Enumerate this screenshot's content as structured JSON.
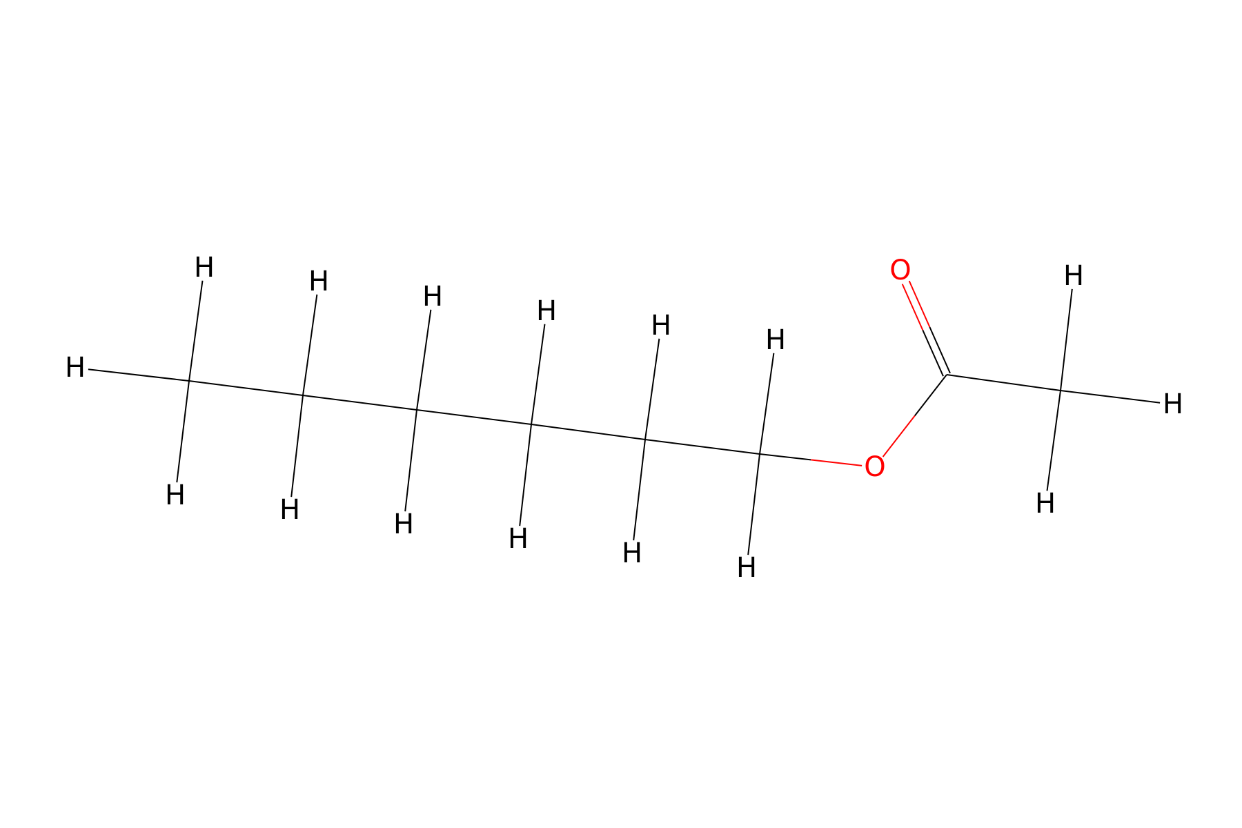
{
  "molecule": {
    "colors": {
      "C": "#000000",
      "H": "#000000",
      "O": "#FF0000"
    },
    "atoms": [
      {
        "id": "c1",
        "element": "C",
        "label": ""
      },
      {
        "id": "c2",
        "element": "C",
        "label": ""
      },
      {
        "id": "c3",
        "element": "C",
        "label": ""
      },
      {
        "id": "c4",
        "element": "C",
        "label": ""
      },
      {
        "id": "c5",
        "element": "C",
        "label": ""
      },
      {
        "id": "c6",
        "element": "C",
        "label": ""
      },
      {
        "id": "o-ester",
        "element": "O",
        "label": "O"
      },
      {
        "id": "c-carbonyl",
        "element": "C",
        "label": ""
      },
      {
        "id": "o-carbonyl",
        "element": "O",
        "label": "O"
      },
      {
        "id": "c-methyl",
        "element": "C",
        "label": ""
      },
      {
        "id": "h-c1-left",
        "element": "H",
        "label": "H"
      },
      {
        "id": "h-c1-up",
        "element": "H",
        "label": "H"
      },
      {
        "id": "h-c1-down",
        "element": "H",
        "label": "H"
      },
      {
        "id": "h-c2-up",
        "element": "H",
        "label": "H"
      },
      {
        "id": "h-c2-down",
        "element": "H",
        "label": "H"
      },
      {
        "id": "h-c3-up",
        "element": "H",
        "label": "H"
      },
      {
        "id": "h-c3-down",
        "element": "H",
        "label": "H"
      },
      {
        "id": "h-c4-up",
        "element": "H",
        "label": "H"
      },
      {
        "id": "h-c4-down",
        "element": "H",
        "label": "H"
      },
      {
        "id": "h-c5-up",
        "element": "H",
        "label": "H"
      },
      {
        "id": "h-c5-down",
        "element": "H",
        "label": "H"
      },
      {
        "id": "h-c6-up",
        "element": "H",
        "label": "H"
      },
      {
        "id": "h-c6-down",
        "element": "H",
        "label": "H"
      },
      {
        "id": "h-methyl-up",
        "element": "H",
        "label": "H"
      },
      {
        "id": "h-methyl-right",
        "element": "H",
        "label": "H"
      },
      {
        "id": "h-methyl-down",
        "element": "H",
        "label": "H"
      }
    ],
    "bonds": [
      {
        "from": "h-c1-left",
        "to": "c1",
        "order": 1
      },
      {
        "from": "c1",
        "to": "h-c1-up",
        "order": 1
      },
      {
        "from": "c1",
        "to": "h-c1-down",
        "order": 1
      },
      {
        "from": "c1",
        "to": "c2",
        "order": 1
      },
      {
        "from": "c2",
        "to": "h-c2-up",
        "order": 1
      },
      {
        "from": "c2",
        "to": "h-c2-down",
        "order": 1
      },
      {
        "from": "c2",
        "to": "c3",
        "order": 1
      },
      {
        "from": "c3",
        "to": "h-c3-up",
        "order": 1
      },
      {
        "from": "c3",
        "to": "h-c3-down",
        "order": 1
      },
      {
        "from": "c3",
        "to": "c4",
        "order": 1
      },
      {
        "from": "c4",
        "to": "h-c4-up",
        "order": 1
      },
      {
        "from": "c4",
        "to": "h-c4-down",
        "order": 1
      },
      {
        "from": "c4",
        "to": "c5",
        "order": 1
      },
      {
        "from": "c5",
        "to": "h-c5-up",
        "order": 1
      },
      {
        "from": "c5",
        "to": "h-c5-down",
        "order": 1
      },
      {
        "from": "c5",
        "to": "c6",
        "order": 1
      },
      {
        "from": "c6",
        "to": "h-c6-up",
        "order": 1
      },
      {
        "from": "c6",
        "to": "h-c6-down",
        "order": 1
      },
      {
        "from": "c6",
        "to": "o-ester",
        "order": 1
      },
      {
        "from": "o-ester",
        "to": "c-carbonyl",
        "order": 1
      },
      {
        "from": "c-carbonyl",
        "to": "o-carbonyl",
        "order": 2
      },
      {
        "from": "c-carbonyl",
        "to": "c-methyl",
        "order": 1
      },
      {
        "from": "c-methyl",
        "to": "h-methyl-up",
        "order": 1
      },
      {
        "from": "c-methyl",
        "to": "h-methyl-right",
        "order": 1
      },
      {
        "from": "c-methyl",
        "to": "h-methyl-down",
        "order": 1
      }
    ]
  }
}
